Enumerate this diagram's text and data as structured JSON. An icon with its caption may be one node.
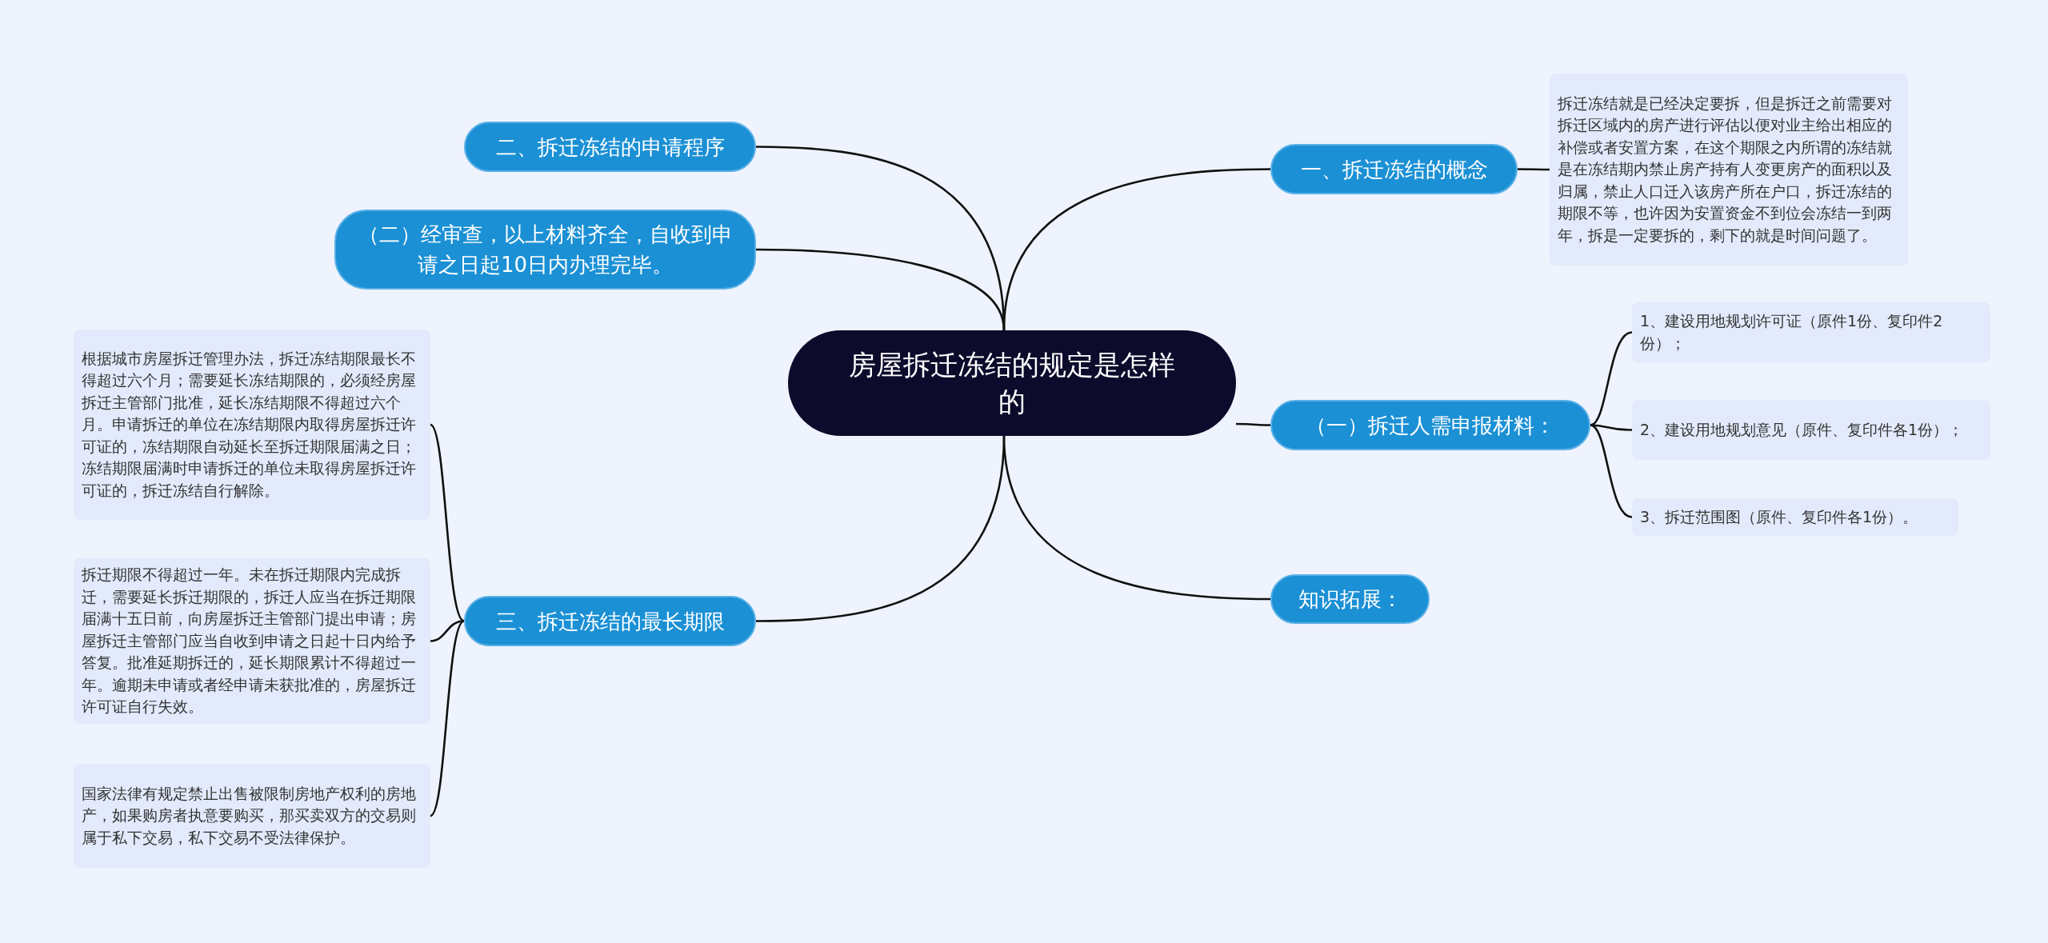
{
  "diagram": {
    "nodes": [
      {
        "text": [
          "房屋拆迁冻结的规定是怎样的"
        ]
      },
      {
        "text": [
          "二、拆迁冻结的申请程序"
        ]
      },
      {
        "text": [
          "（二）经审查，以上材料齐全，自收到申请之日起10日内办理完毕。"
        ]
      },
      {
        "text": [
          "三、拆迁冻结的最长期限"
        ]
      },
      {
        "text": [
          "根据城市房屋拆迁管理办法，拆迁冻结期限最长不得超过六个月；需要延长冻结期限的，必须经房屋拆迁主管部门批准，延长冻结期限不得超过六个月。申请拆迁的单位在冻结期限内取得房屋拆迁许可证的，冻结期限自动延长至拆迁期限届满之日；冻结期限届满时申请拆迁的单位未取得房屋拆迁许可证的，拆迁冻结自行解除。"
        ]
      },
      {
        "text": [
          "拆迁期限不得超过一年。未在拆迁期限内完成拆迁，需要延长拆迁期限的，拆迁人应当在拆迁期限届满十五日前，向房屋拆迁主管部门提出申请；房屋拆迁主管部门应当自收到申请之日起十日内给予答复。批准延期拆迁的，延长期限累计不得超过一年。逾期未申请或者经申请未获批准的，房屋拆迁许可证自行失效。"
        ]
      },
      {
        "text": [
          "国家法律有规定禁止出售被限制房地产权利的房地产，如果购房者执意要购买，那买卖双方的交易则属于私下交易，私下交易不受法律保护。"
        ]
      },
      {
        "text": [
          "一、拆迁冻结的概念"
        ]
      },
      {
        "text": [
          "拆迁冻结就是已经决定要拆，但是拆迁之前需要对拆迁区域内的房产进行评估以便对业主给出相应的补偿或者安置方案，在这个期限之内所谓的冻结就是在冻结期内禁止房产持有人变更房产的面积以及归属，禁止人口迁入该房产所在户口，拆迁冻结的期限不等，也许因为安置资金不到位会冻结一到两年，拆是一定要拆的，剩下的就是时间问题了。"
        ]
      },
      {
        "text": [
          "（一）拆迁人需申报材料："
        ]
      },
      {
        "text": [
          "1、建设用地规划许可证（原件1份、复印件2份）；"
        ]
      },
      {
        "text": [
          "2、建设用地规划意见（原件、复印件各1份）；"
        ]
      },
      {
        "text": [
          "3、拆迁范围图（原件、复印件各1份）。"
        ]
      },
      {
        "text": [
          "知识拓展："
        ]
      }
    ],
    "edges": [
      {
        "from": 0,
        "to": 1,
        "arrow": "none"
      },
      {
        "from": 0,
        "to": 2,
        "arrow": "none"
      },
      {
        "from": 0,
        "to": 3,
        "arrow": "none"
      },
      {
        "from": 3,
        "to": 4,
        "arrow": "none"
      },
      {
        "from": 3,
        "to": 5,
        "arrow": "none"
      },
      {
        "from": 3,
        "to": 6,
        "arrow": "none"
      },
      {
        "from": 0,
        "to": 7,
        "arrow": "none"
      },
      {
        "from": 7,
        "to": 8,
        "arrow": "none"
      },
      {
        "from": 0,
        "to": 9,
        "arrow": "none"
      },
      {
        "from": 9,
        "to": 10,
        "arrow": "none"
      },
      {
        "from": 9,
        "to": 11,
        "arrow": "none"
      },
      {
        "from": 9,
        "to": 12,
        "arrow": "none"
      },
      {
        "from": 0,
        "to": 13,
        "arrow": "none"
      }
    ]
  }
}
